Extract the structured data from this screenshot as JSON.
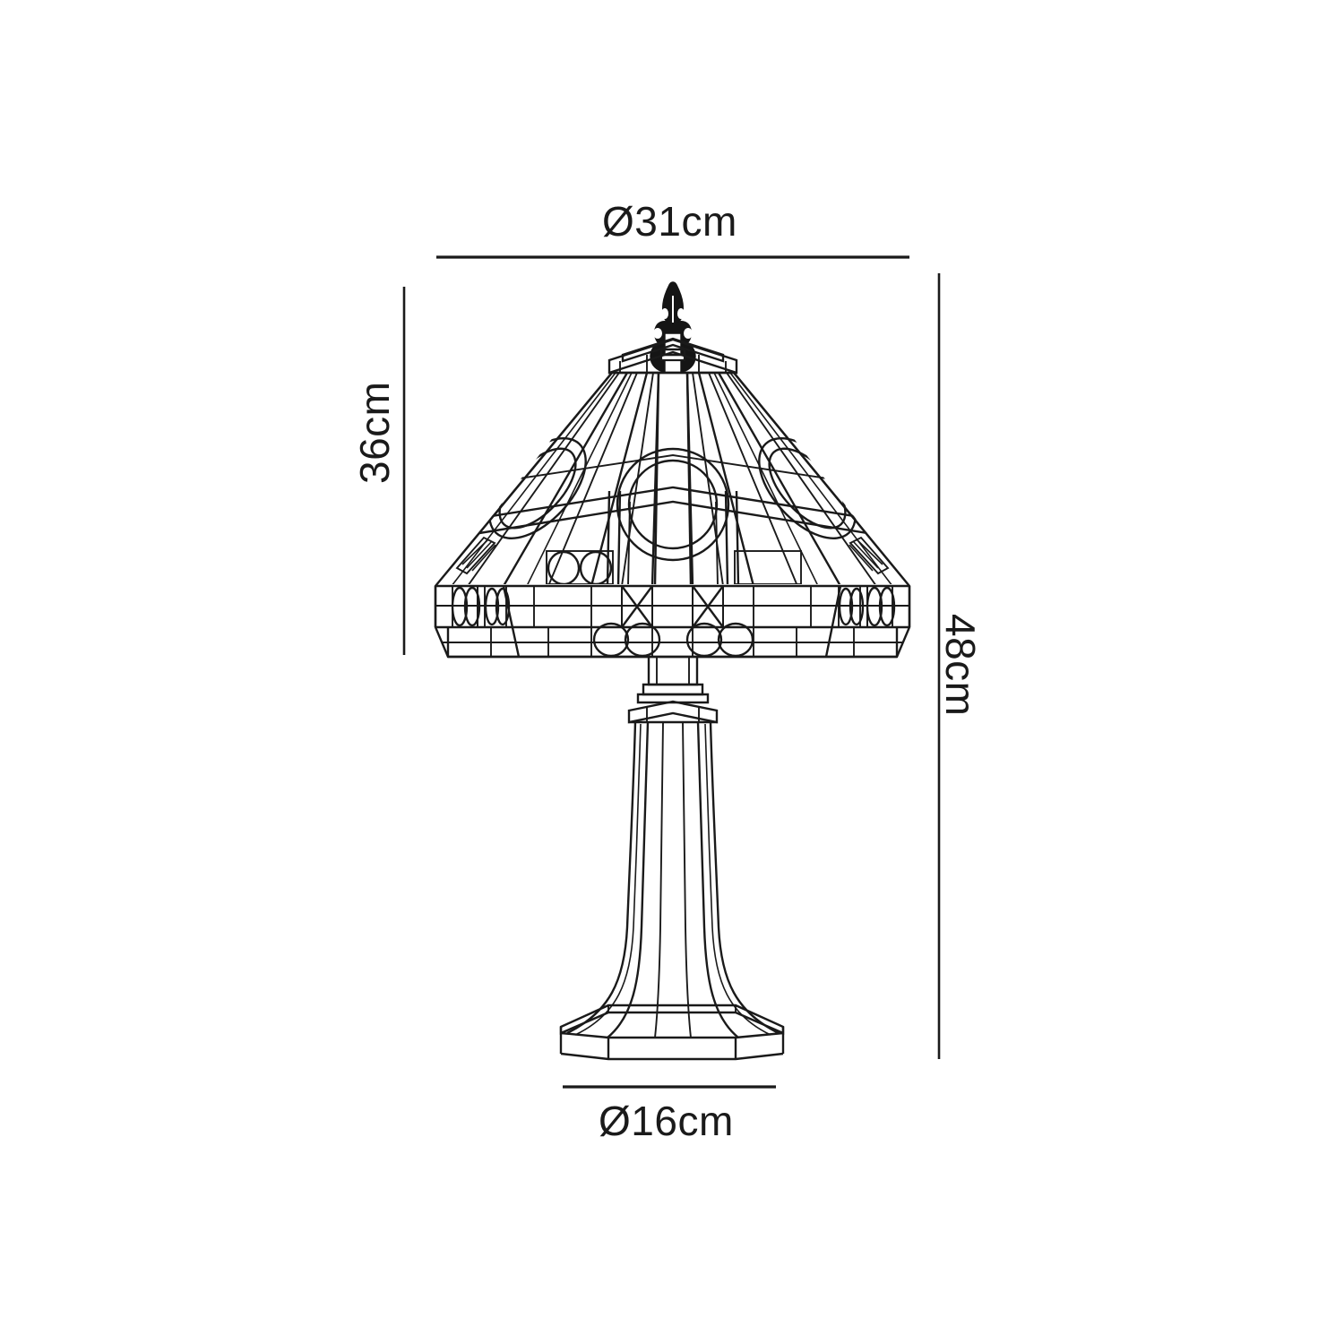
{
  "drawing": {
    "subject": "tiffany-style-table-lamp",
    "view": "front-elevation-technical-dimension-drawing",
    "background_color": "#ffffff",
    "line_color": "#1a1a1a",
    "finial_fill": "#151515"
  },
  "dimensions": {
    "shade_diameter": {
      "label": "Ø31cm",
      "value": 31,
      "unit": "cm",
      "symbol": "Ø",
      "position": "top",
      "orientation": "horizontal",
      "measures": "lamp-shade-outer-diameter"
    },
    "shade_height": {
      "label": "36cm",
      "value": 36,
      "unit": "cm",
      "position": "left",
      "orientation": "vertical-rotated-ccw",
      "measures": "shade-top-to-shade-bottom-height"
    },
    "overall_height": {
      "label": "48cm",
      "value": 48,
      "unit": "cm",
      "position": "right",
      "orientation": "vertical-rotated-cw",
      "measures": "total-lamp-height"
    },
    "base_diameter": {
      "label": "Ø16cm",
      "value": 16,
      "unit": "cm",
      "symbol": "Ø",
      "position": "bottom",
      "orientation": "horizontal",
      "measures": "lamp-base-foot-diameter"
    }
  },
  "parts": [
    {
      "name": "finial",
      "description": "ornate dark acorn-shaped finial at shade apex"
    },
    {
      "name": "shade-crown-ring",
      "description": "octagonal collar ring at shade top"
    },
    {
      "name": "lamp-shade",
      "description": "octagonal conical leaded stained-glass shade with geometric panels, concentric circle motifs, cross panels and circular glass roundels"
    },
    {
      "name": "shade-lower-band",
      "description": "horizontal stepped skirt band with circular roundels"
    },
    {
      "name": "neck-collar",
      "description": "stepped collar joining shade to column"
    },
    {
      "name": "column",
      "description": "slender tapered flaring hexagonal column stem"
    },
    {
      "name": "base-foot",
      "description": "hexagonal flared plinth foot"
    }
  ]
}
